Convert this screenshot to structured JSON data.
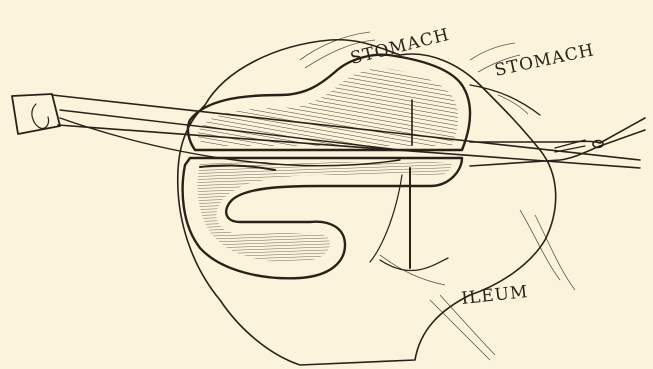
{
  "figure": {
    "background": "#fbf3dc",
    "ink": "#2a2118",
    "labels": {
      "stomach_upper": "STOMACH",
      "stomach_right": "STOMACH",
      "ileum": "ILEUM"
    }
  }
}
